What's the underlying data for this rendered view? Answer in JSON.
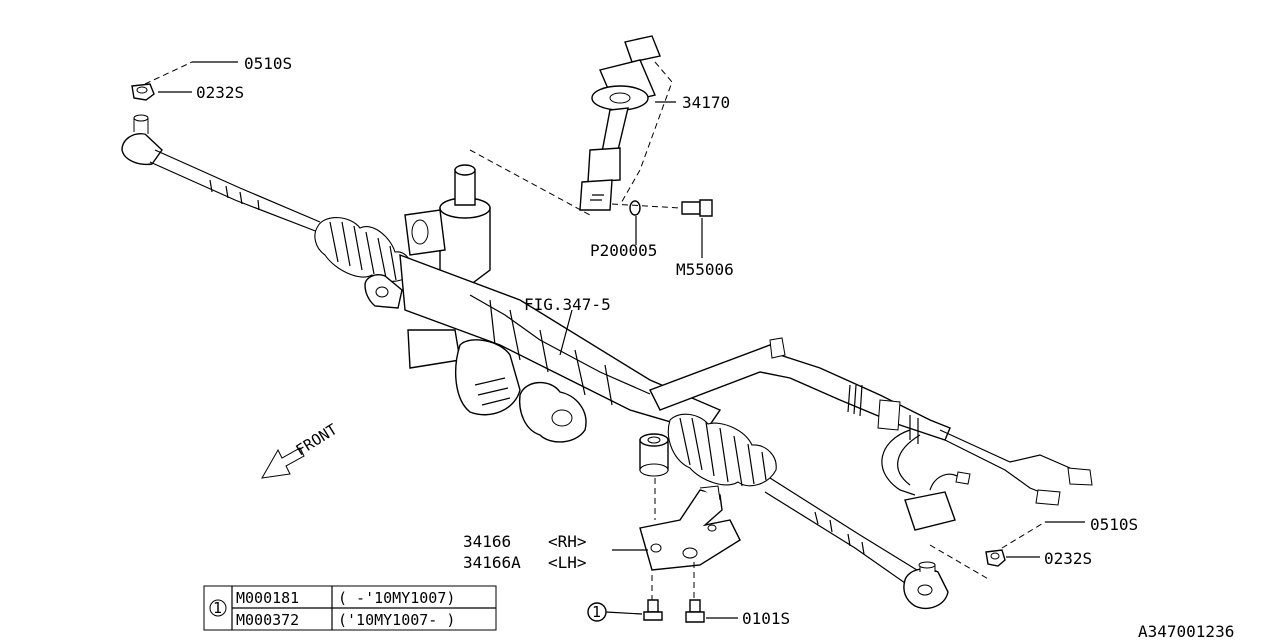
{
  "labels": {
    "bolt_top": "0510S",
    "nut_top": "0232S",
    "shaft": "34170",
    "washer": "P200005",
    "bolt_shaft": "M55006",
    "fig_ref": "FIG.347-5",
    "bracket_rh_no": "34166",
    "bracket_rh_side": "<RH>",
    "bracket_lh_no": "34166A",
    "bracket_lh_side": "<LH>",
    "bolt_right": "0510S",
    "nut_right": "0232S",
    "bolt_bottom": "0101S",
    "callout_1": "1",
    "front": "FRONT",
    "diagram_id": "A347001236"
  },
  "legend": {
    "marker": "1",
    "rows": [
      {
        "part": "M000181",
        "range": "( -'10MY1007)"
      },
      {
        "part": "M000372",
        "range": "('10MY1007- )"
      }
    ]
  }
}
